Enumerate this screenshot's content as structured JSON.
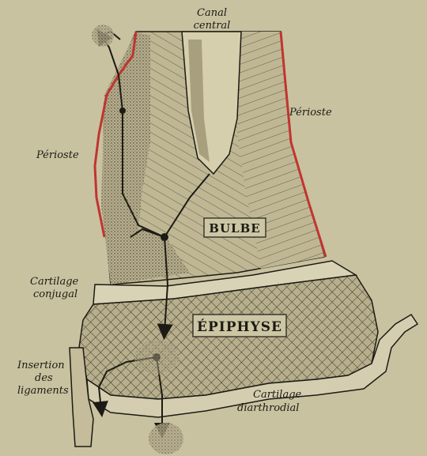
{
  "labels": {
    "canal_central_1": "Canal",
    "canal_central_2": "central",
    "perioste_right": "Périoste",
    "perioste_left": "Périoste",
    "cartilage_conjugal_1": "Cartilage",
    "cartilage_conjugal_2": "conjugal",
    "insertion_1": "Insertion",
    "insertion_2": "des",
    "insertion_3": "ligaments",
    "cartilage_diarthrodial_1": "Cartilage",
    "cartilage_diarthrodial_2": "diarthrodial",
    "bulbe": "BULBE",
    "epiphyse": "ÉPIPHYSE"
  },
  "colors": {
    "paper": "#c9c2a1",
    "ink": "#1c1a14",
    "periosteum": "#c0352f",
    "cartilage": "#d9d3b6"
  }
}
